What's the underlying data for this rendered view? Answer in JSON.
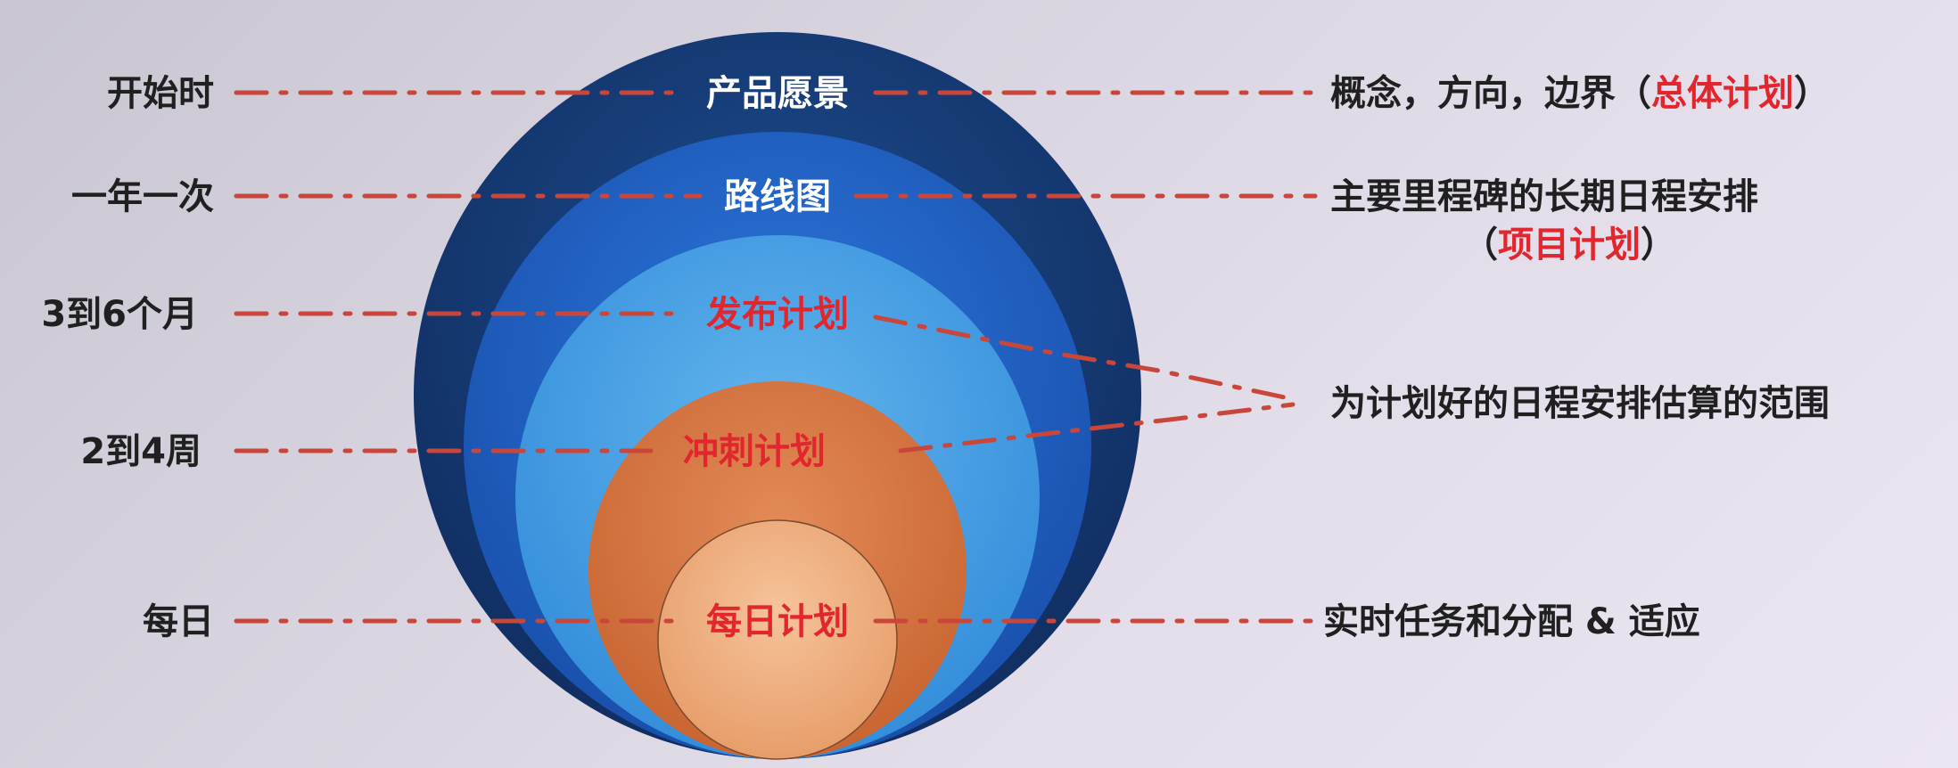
{
  "left_labels": [
    {
      "id": "start",
      "text": "开始时"
    },
    {
      "id": "yearly",
      "text": "一年一次"
    },
    {
      "id": "months",
      "text": "3到6个月"
    },
    {
      "id": "weeks",
      "text": "2到4周"
    },
    {
      "id": "daily",
      "text": "每日"
    }
  ],
  "circle_labels": [
    {
      "id": "vision",
      "text": "产品愿景"
    },
    {
      "id": "roadmap",
      "text": "路线图"
    },
    {
      "id": "release",
      "text": "发布计划"
    },
    {
      "id": "sprint",
      "text": "冲刺计划"
    },
    {
      "id": "day",
      "text": "每日计划"
    }
  ],
  "right_notes": {
    "vision_prefix": "概念，方向，边界（",
    "vision_highlight": "总体计划",
    "vision_suffix": "）",
    "roadmap_line1": "主要里程碑的长期日程安排",
    "roadmap_line2_prefix": "（",
    "roadmap_line2_highlight": "项目计划",
    "roadmap_line2_suffix": "）",
    "scope": "为计划好的日程安排估算的范围",
    "daily": "实时任务和分配 & 适应"
  },
  "colors": {
    "circle_outer": "#153a73",
    "circle_roadmap": "#1f5fc2",
    "circle_release": "#3f9be3",
    "circle_sprint": "#d8733e",
    "circle_day": "#efad7c",
    "label_white": "#ffffff",
    "label_red": "#e1262d",
    "dash": "#c9463a",
    "text_dark": "#202020"
  }
}
